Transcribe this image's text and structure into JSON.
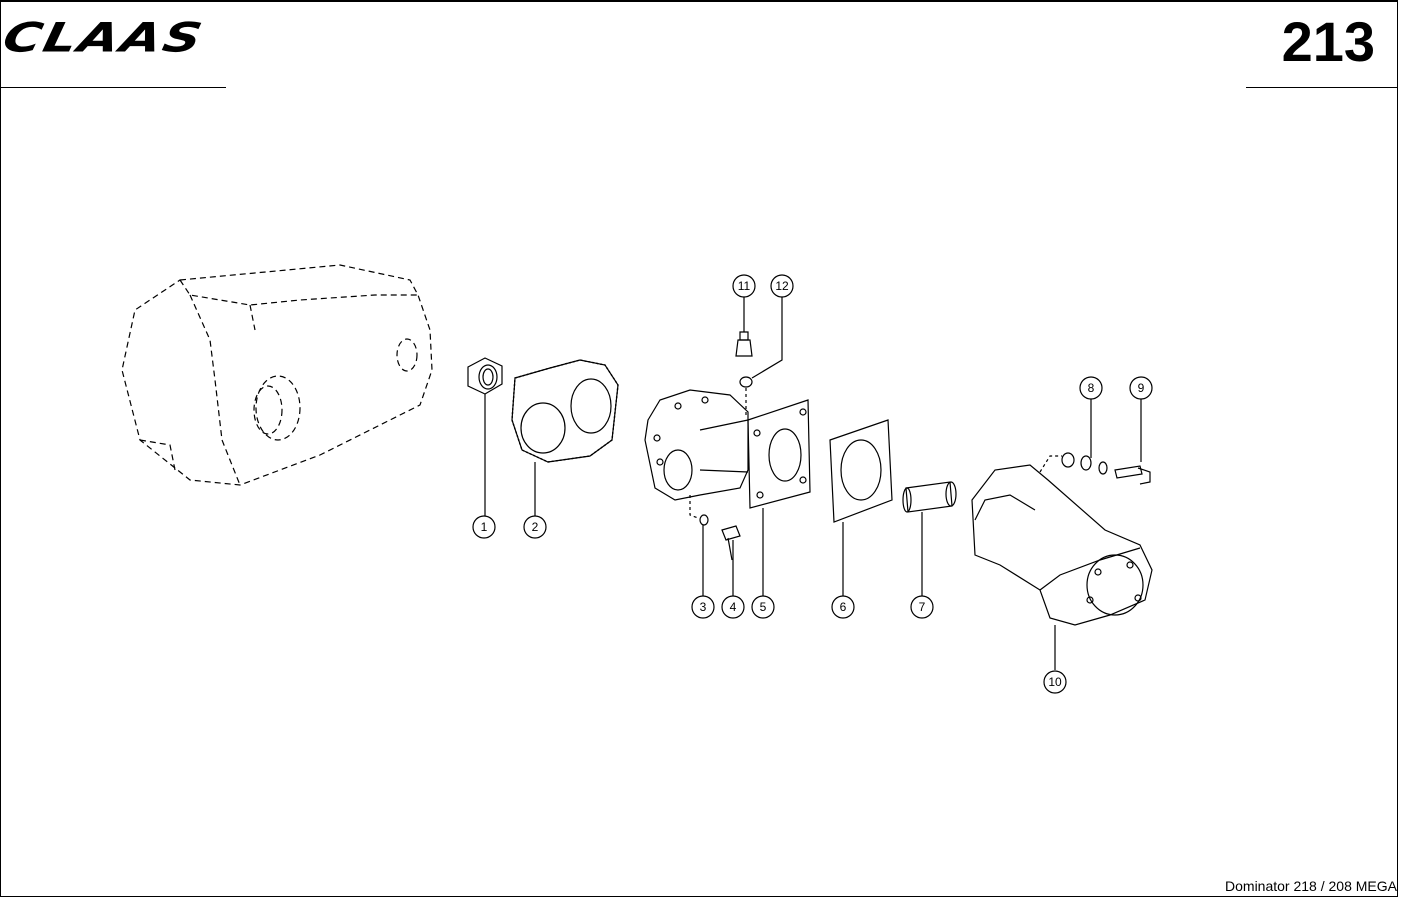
{
  "header": {
    "brand": "CLAAS",
    "page_number": "213"
  },
  "footer": {
    "model": "Dominator 218 / 208 MEGA"
  },
  "callouts": [
    {
      "id": "part-1",
      "label": "1"
    },
    {
      "id": "part-2",
      "label": "2"
    },
    {
      "id": "part-3",
      "label": "3"
    },
    {
      "id": "part-4",
      "label": "4"
    },
    {
      "id": "part-5",
      "label": "5"
    },
    {
      "id": "part-6",
      "label": "6"
    },
    {
      "id": "part-7",
      "label": "7"
    },
    {
      "id": "part-8",
      "label": "8"
    },
    {
      "id": "part-9",
      "label": "9"
    },
    {
      "id": "part-10",
      "label": "10"
    },
    {
      "id": "part-11",
      "label": "11"
    },
    {
      "id": "part-12",
      "label": "12"
    }
  ]
}
